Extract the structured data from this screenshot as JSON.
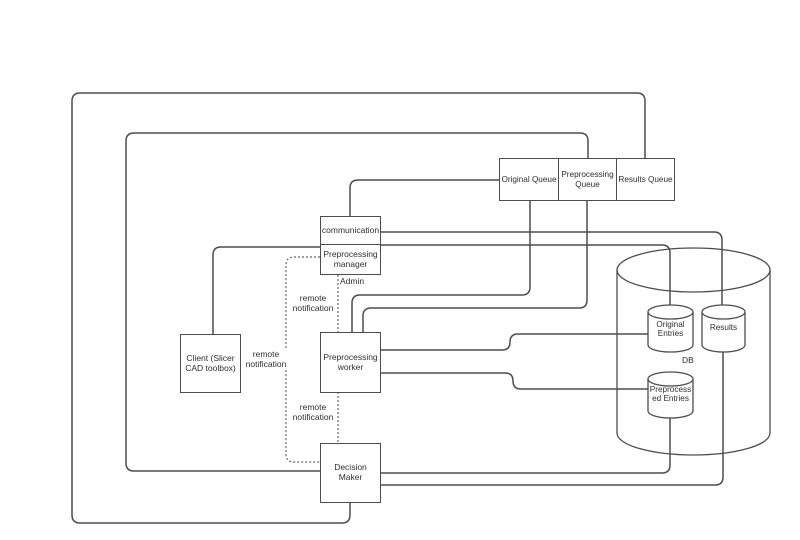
{
  "canvas": {
    "background": "#ffffff",
    "line_color": "#4d4d4d",
    "text_color": "#2f2f2f"
  },
  "nodes": {
    "original_queue": "Original Queue",
    "preprocessing_queue": "Preprocessing Queue",
    "results_queue": "Results Queue",
    "communication": "communication",
    "preprocessing_manager": "Preprocessing manager",
    "client": "Client (Slicer CAD toolbox)",
    "preprocessing_worker": "Preprocessing worker",
    "decision_maker": "Decision Maker",
    "db_container": "DB",
    "original_entries": "Original Entries",
    "results_store": "Results",
    "preprocessed_entries": "Preprocessed Entries"
  },
  "edge_labels": {
    "admin": "Admin",
    "remote_notification_manager_worker": "remote notification",
    "remote_notification_manager_decision": "remote notification",
    "remote_notification_worker_decision": "remote notification"
  }
}
